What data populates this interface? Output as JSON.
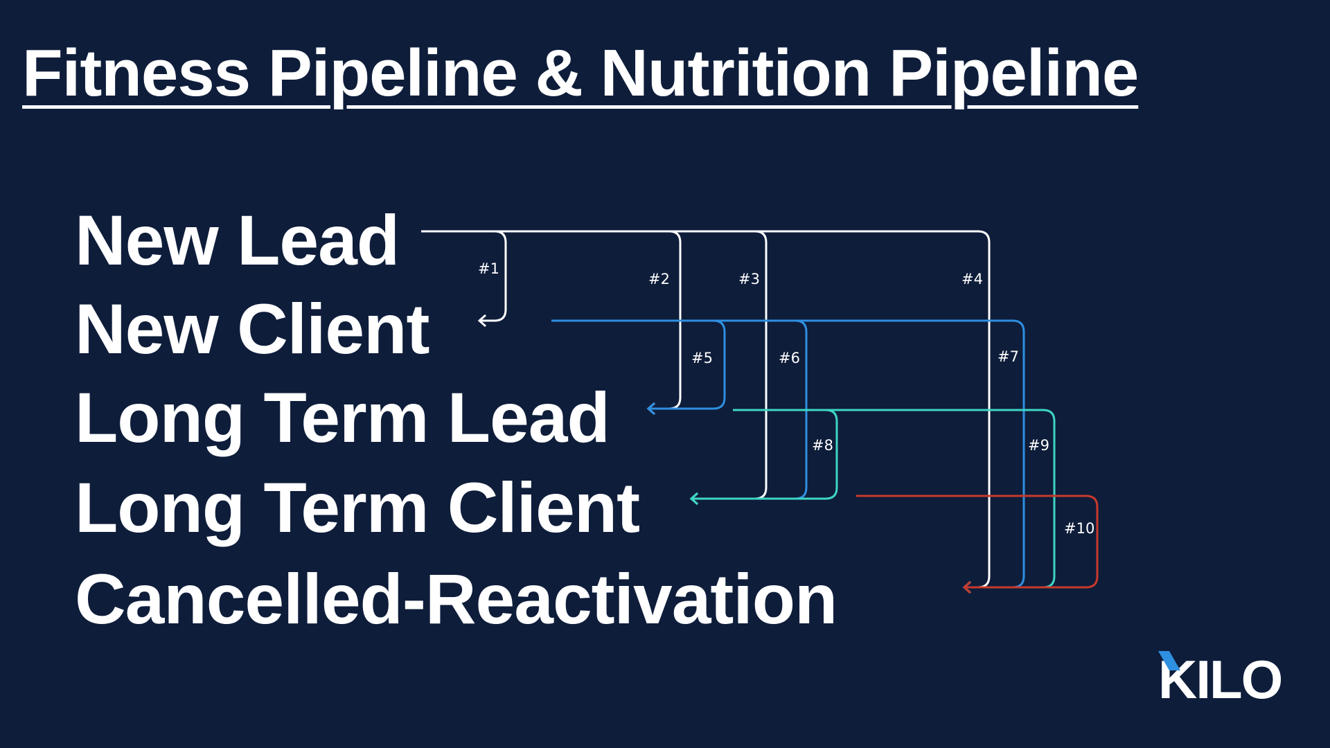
{
  "title": "Fitness Pipeline & Nutrition Pipeline",
  "stages": [
    "New Lead",
    "New Client",
    "Long Term Lead",
    "Long Term Client",
    "Cancelled-Reactivation"
  ],
  "transitions": [
    {
      "label": "#1",
      "from": "New Lead",
      "to": "New Client",
      "color": "#ffffff"
    },
    {
      "label": "#2",
      "from": "New Lead",
      "to": "Long Term Lead",
      "color": "#ffffff"
    },
    {
      "label": "#3",
      "from": "New Lead",
      "to": "Long Term Client",
      "color": "#ffffff"
    },
    {
      "label": "#4",
      "from": "New Lead",
      "to": "Cancelled-Reactivation",
      "color": "#ffffff"
    },
    {
      "label": "#5",
      "from": "New Client",
      "to": "Long Term Lead",
      "color": "#2f8fe0"
    },
    {
      "label": "#6",
      "from": "New Client",
      "to": "Long Term Client",
      "color": "#2f8fe0"
    },
    {
      "label": "#7",
      "from": "New Client",
      "to": "Cancelled-Reactivation",
      "color": "#2f8fe0"
    },
    {
      "label": "#8",
      "from": "Long Term Lead",
      "to": "Long Term Client",
      "color": "#3ed6c4"
    },
    {
      "label": "#9",
      "from": "Long Term Lead",
      "to": "Cancelled-Reactivation",
      "color": "#3ed6c4"
    },
    {
      "label": "#10",
      "from": "Long Term Client",
      "to": "Cancelled-Reactivation",
      "color": "#c8392b"
    }
  ],
  "colors": {
    "background": "#0e1d3a",
    "text": "#ffffff"
  },
  "logo": {
    "text": "KILO"
  }
}
